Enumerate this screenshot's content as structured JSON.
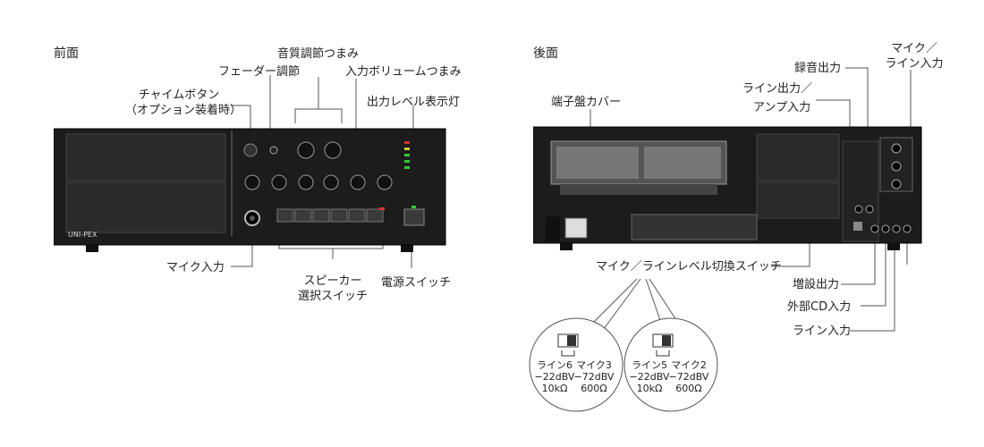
{
  "front": {
    "section_title": "前面",
    "labels": {
      "tone": "音質調節つまみ",
      "fader": "フェーダー調節",
      "input_volume": "入力ボリュームつまみ",
      "chime_line1": "チャイムボタン",
      "chime_line2": "（オプション装着時）",
      "level_lamp": "出力レベル表示灯",
      "mic_input": "マイク入力",
      "speaker_line1": "スピーカー",
      "speaker_line2": "選択スイッチ",
      "power": "電源スイッチ"
    },
    "brand": "UNI-PEX"
  },
  "rear": {
    "section_title": "後面",
    "labels": {
      "mic_line_in_line1": "マイク／",
      "mic_line_in_line2": "ライン入力",
      "rec_out": "録音出力",
      "line_out_line1": "ライン出力／",
      "line_out_line2": "アンプ入力",
      "terminal_cover": "端子盤カバー",
      "level_switch": "マイク／ラインレベル切換スイッチ",
      "expansion_out": "増設出力",
      "cd_in": "外部CD入力",
      "line_in": "ライン入力"
    },
    "callouts": [
      {
        "left_label": "ライン6",
        "left_level": "−22dBV",
        "left_imp": "10kΩ",
        "right_label": "マイク3",
        "right_level": "−72dBV",
        "right_imp": "600Ω"
      },
      {
        "left_label": "ライン5",
        "left_level": "−22dBV",
        "left_imp": "10kΩ",
        "right_label": "マイク2",
        "right_level": "−72dBV",
        "right_imp": "600Ω"
      }
    ]
  }
}
